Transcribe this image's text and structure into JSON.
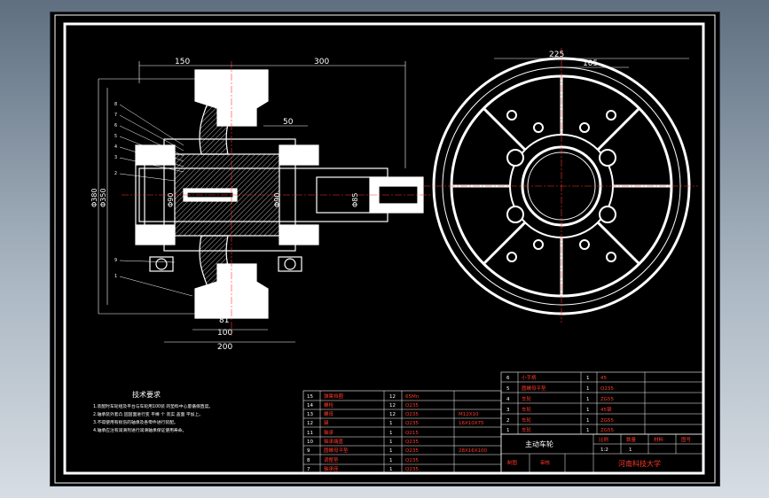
{
  "drawing": {
    "dimensions": {
      "d150": "150",
      "d300": "300",
      "d50": "50",
      "d225": "225",
      "d105": "105",
      "d81": "81",
      "d100": "100",
      "d200": "200",
      "phi380": "Φ380",
      "phi350": "Φ350",
      "phi90a": "Φ90",
      "phi90b": "Φ90",
      "phi85": "Φ85"
    },
    "leaders_left": [
      "8",
      "7",
      "6",
      "5",
      "4",
      "3",
      "2",
      "9",
      "1"
    ],
    "tech_title": "技术要求",
    "notes": [
      "1.装配时车轮组及平台与车轮用100装 的垫料中心量循保直度。",
      "2.轴承装外套凸 固固面进行变 平棒 个 装实 盖面  平加上。",
      "3.不得使用有损伤的轴承及各零件进行装配。",
      "4.轴承应注有润滑剂进行润滑轴承保证使用寿命。"
    ],
    "parts_left": [
      {
        "no": "15",
        "name": "弹簧挡圈",
        "qty": "12",
        "mat": "65Mn",
        "spec": ""
      },
      {
        "no": "14",
        "name": "螺栓",
        "qty": "12",
        "mat": "Q235",
        "spec": ""
      },
      {
        "no": "13",
        "name": "螺母",
        "qty": "12",
        "mat": "Q235",
        "spec": "M12X10"
      },
      {
        "no": "12",
        "name": "键",
        "qty": "1",
        "mat": "Q235",
        "spec": "16X10X75"
      },
      {
        "no": "11",
        "name": "轴承",
        "qty": "1",
        "mat": "Q215",
        "spec": ""
      },
      {
        "no": "10",
        "name": "轴承端盖",
        "qty": "1",
        "mat": "Q235",
        "spec": ""
      },
      {
        "no": "9",
        "name": "圆螺母平垫",
        "qty": "1",
        "mat": "Q235",
        "spec": "28X16X100"
      },
      {
        "no": "8",
        "name": "调整垫",
        "qty": "1",
        "mat": "Q235",
        "spec": ""
      },
      {
        "no": "7",
        "name": "轴承座",
        "qty": "1",
        "mat": "Q235",
        "spec": ""
      }
    ],
    "parts_right": [
      {
        "no": "6",
        "name": "小手柄",
        "qty": "1",
        "mat": "45"
      },
      {
        "no": "5",
        "name": "圆螺母平垫",
        "qty": "1",
        "mat": "Q235"
      },
      {
        "no": "4",
        "name": "车轮",
        "qty": "1",
        "mat": "ZG55"
      },
      {
        "no": "3",
        "name": "车轮",
        "qty": "1",
        "mat": "45钢"
      },
      {
        "no": "2",
        "name": "车轮",
        "qty": "1",
        "mat": "ZG55"
      },
      {
        "no": "1",
        "name": "车轮",
        "qty": "1",
        "mat": "ZG55"
      }
    ],
    "title_block": {
      "part_name": "主动车轮",
      "scale": "1:2",
      "sheet": "1",
      "drawn_label": "制图",
      "check_label": "审核",
      "header_cols": [
        "比例",
        "数量",
        "材料",
        "图号"
      ],
      "school": "河南科技大学"
    }
  }
}
